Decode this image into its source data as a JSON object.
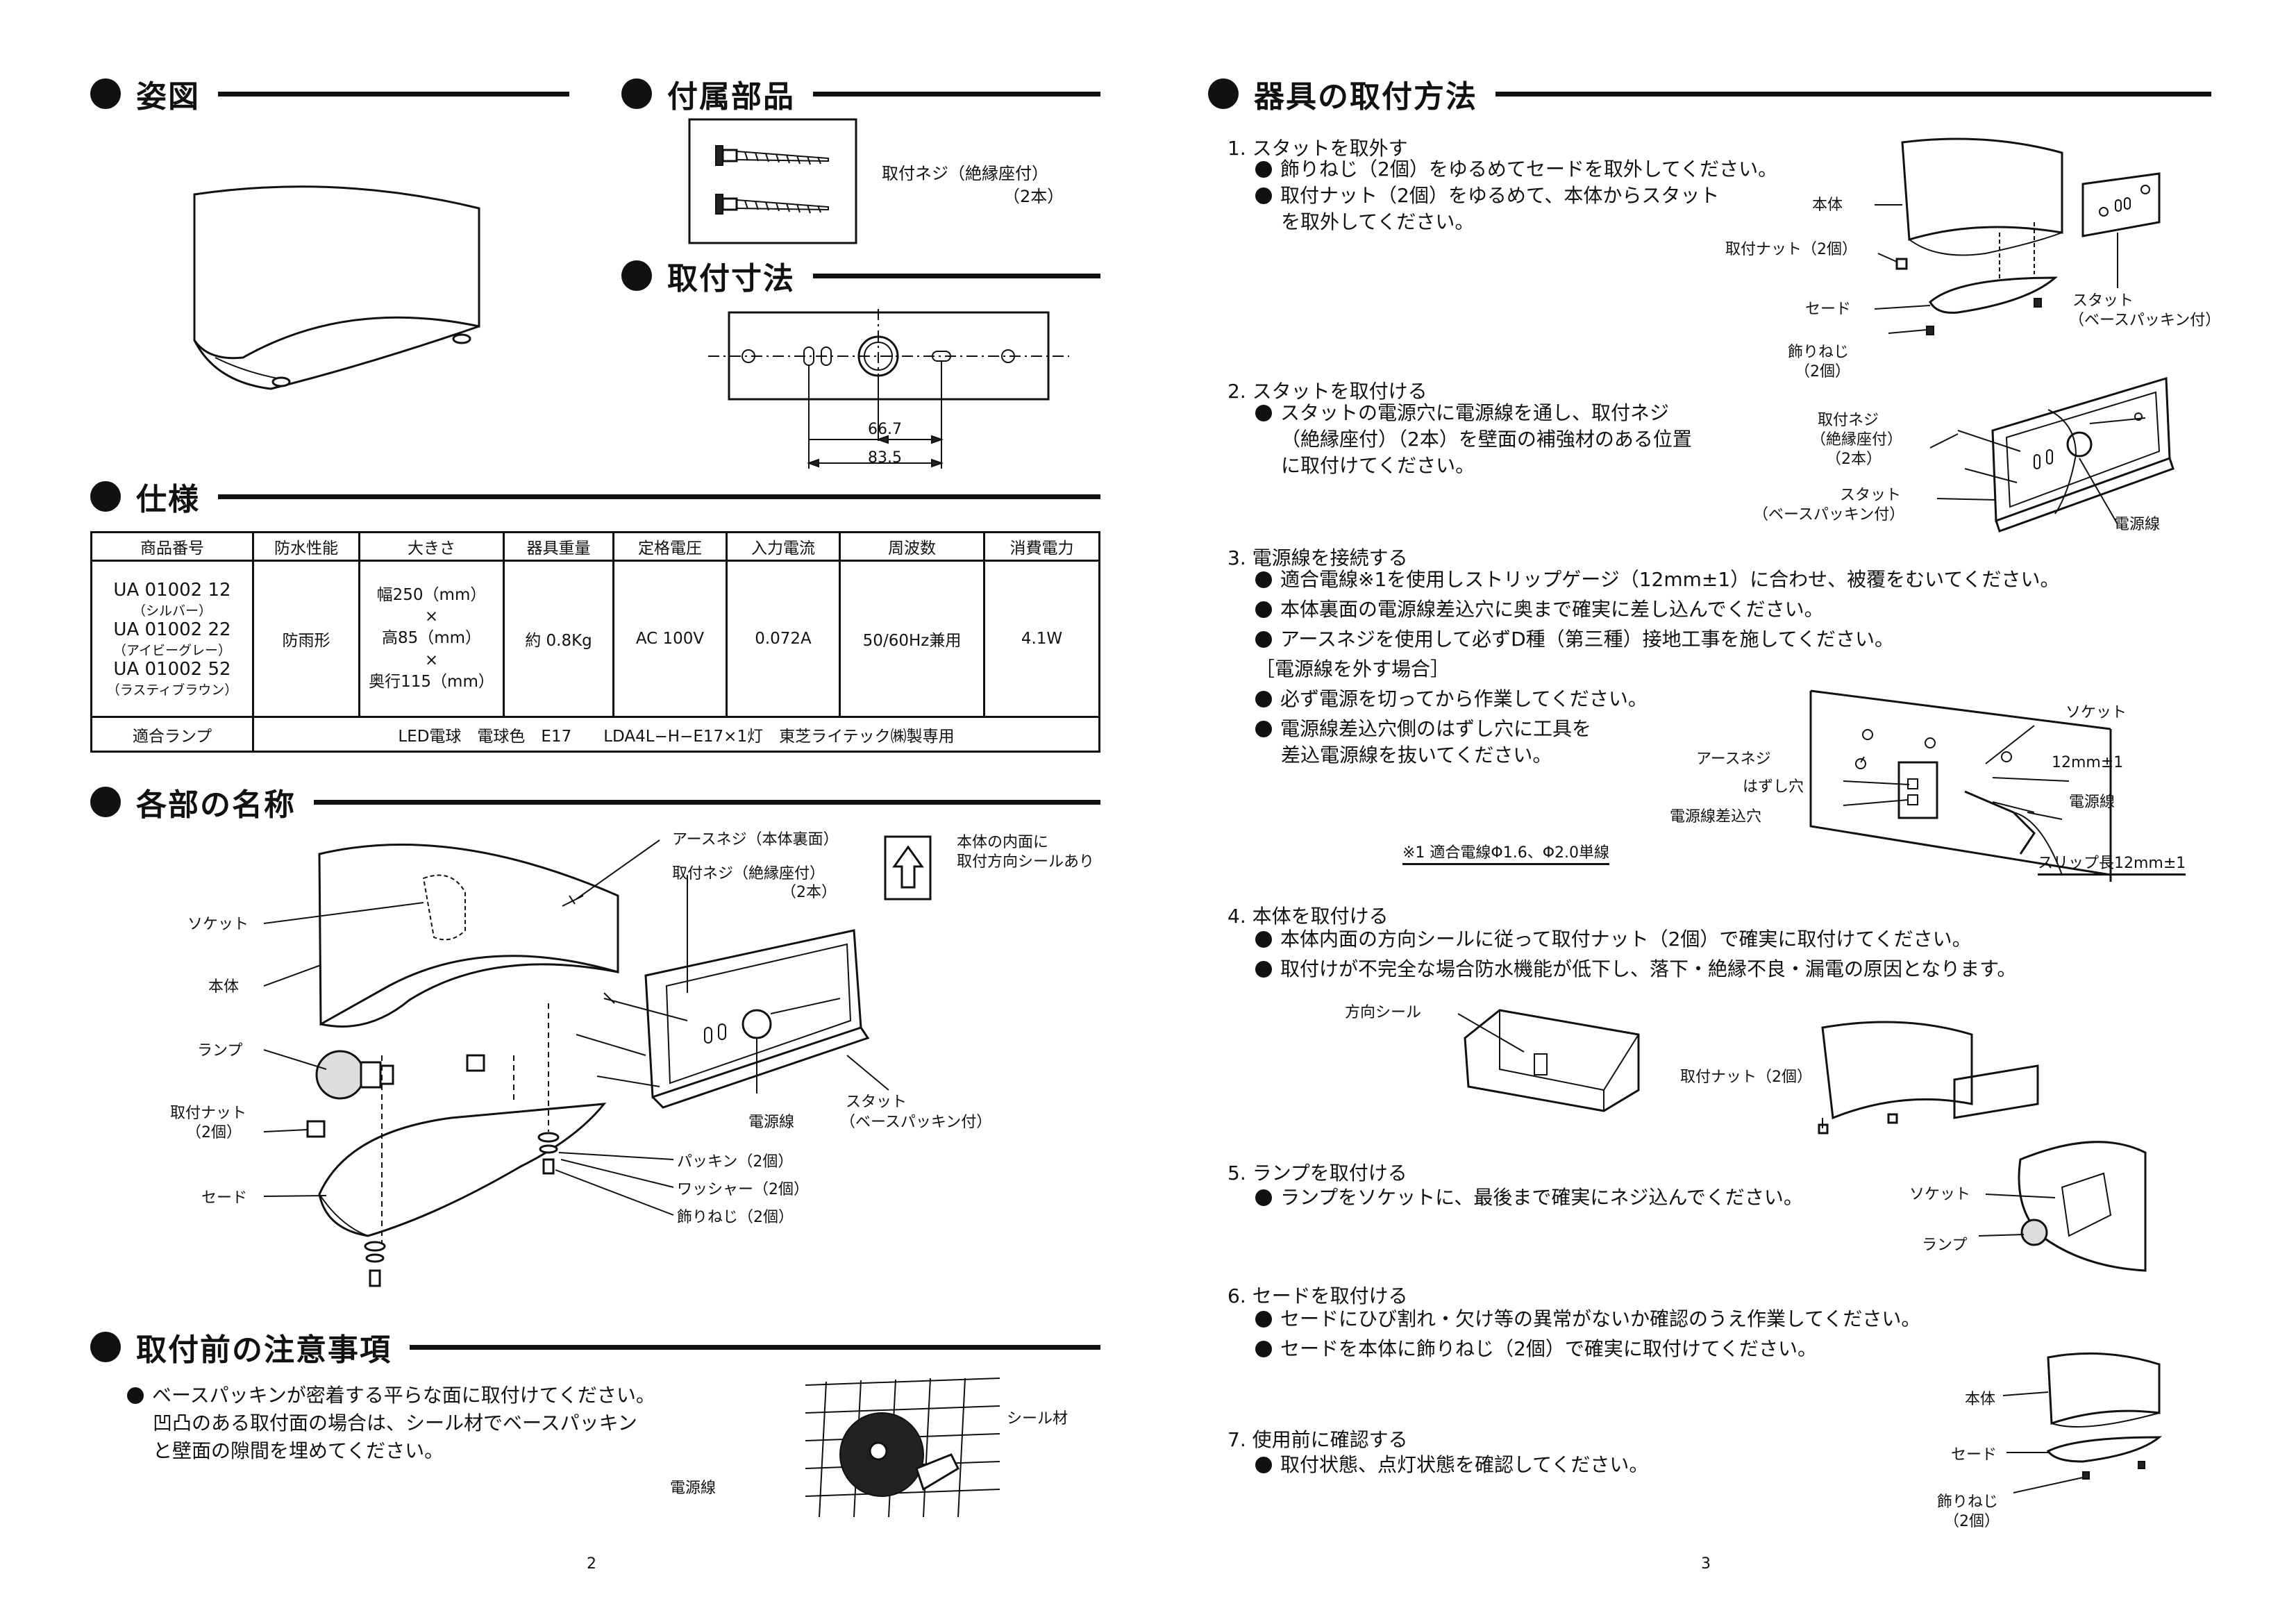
{
  "left_page": {
    "sections": {
      "appearance": "姿図",
      "accessories": "付属部品",
      "mount_dims": "取付寸法",
      "spec": "仕様",
      "parts": "各部の名称",
      "precautions": "取付前の注意事項"
    },
    "accessory_label_1": "取付ネジ（絶縁座付）",
    "accessory_label_2": "（2本）",
    "dim_1": "66.7",
    "dim_2": "83.5",
    "spec_table": {
      "headers": [
        "商品番号",
        "防水性能",
        "大きさ",
        "器具重量",
        "定格電圧",
        "入力電流",
        "周波数",
        "消費電力"
      ],
      "models": [
        {
          "code": "UA 01002 12",
          "color": "（シルバー）"
        },
        {
          "code": "UA 01002 22",
          "color": "（アイビーグレー）"
        },
        {
          "code": "UA 01002 52",
          "color": "（ラスティブラウン）"
        }
      ],
      "waterproof": "防雨形",
      "size_lines": [
        "幅250（mm）",
        "×",
        "高85（mm）",
        "×",
        "奥行115（mm）"
      ],
      "weight": "約 0.8Kg",
      "voltage": "AC 100V",
      "current": "0.072A",
      "frequency": "50/60Hz兼用",
      "power": "4.1W",
      "lamp_label": "適合ランプ",
      "lamp_value": "LED電球　電球色　E17　　LDA4L−H−E17×1灯　東芝ライテック㈱製専用"
    },
    "parts_labels": {
      "earth_screw": "アースネジ（本体裏面）",
      "mount_screw_1": "取付ネジ（絶縁座付）",
      "mount_screw_2": "（2本）",
      "note_1": "本体の内面に",
      "note_2": "取付方向シールあり",
      "socket": "ソケット",
      "body": "本体",
      "lamp": "ランプ",
      "nut_1": "取付ナット",
      "nut_2": "（2個）",
      "shade": "セード",
      "power_wire": "電源線",
      "stud_1": "スタット",
      "stud_2": "（ベースパッキン付）",
      "packing": "パッキン（2個）",
      "washer": "ワッシャー（2個）",
      "deco_screw": "飾りねじ（2個）"
    },
    "precaution_lines": [
      "ベースパッキンが密着する平らな面に取付けてください。",
      "凹凸のある取付面の場合は、シール材でベースパッキン",
      "と壁面の隙間を埋めてください。"
    ],
    "precaution_labels": {
      "seal": "シール材",
      "wire": "電源線"
    },
    "page_number": "2"
  },
  "right_page": {
    "section_title": "器具の取付方法",
    "steps": [
      {
        "title": "1. スタットを取外す",
        "bullets": [
          "飾りねじ（2個）をゆるめてセードを取外してください。",
          "取付ナット（2個）をゆるめて、本体からスタット"
        ],
        "cont": "を取外してください。",
        "labels": {
          "body": "本体",
          "nut": "取付ナット（2個）",
          "shade": "セード",
          "deco1": "飾りねじ",
          "deco2": "（2個）",
          "stud1": "スタット",
          "stud2": "（ベースパッキン付）"
        }
      },
      {
        "title": "2. スタットを取付ける",
        "bullets": [
          "スタットの電源穴に電源線を通し、取付ネジ"
        ],
        "cont": [
          "（絶縁座付）（2本）を壁面の補強材のある位置",
          "に取付けてください。"
        ],
        "labels": {
          "screw1": "取付ネジ",
          "screw2": "（絶縁座付）",
          "screw3": "（2本）",
          "stud1": "スタット",
          "stud2": "（ベースパッキン付）",
          "wire": "電源線"
        }
      },
      {
        "title": "3. 電源線を接続する",
        "bullets": [
          "適合電線※1を使用しストリップゲージ（12mm±1）に合わせ、被覆をむいてください。",
          "本体裏面の電源線差込穴に奥まで確実に差し込んでください。",
          "アースネジを使用して必ずD種（第三種）接地工事を施してください。"
        ],
        "remove_head": "［電源線を外す場合］",
        "remove_bullets": [
          "必ず電源を切ってから作業してください。",
          "電源線差込穴側のはずし穴に工具を"
        ],
        "remove_cont": "差込電源線を抜いてください。",
        "labels": {
          "socket": "ソケット",
          "earth": "アースネジ",
          "release": "はずし穴",
          "insert": "電源線差込穴",
          "strip": "12mm±1",
          "wire": "電源線",
          "strip_len": "スリップ長12mm±1",
          "note": "※1 適合電線Φ1.6、Φ2.0単線"
        }
      },
      {
        "title": "4. 本体を取付ける",
        "bullets": [
          "本体内面の方向シールに従って取付ナット（2個）で確実に取付けてください。",
          "取付けが不完全な場合防水機能が低下し、落下・絶縁不良・漏電の原因となります。"
        ],
        "labels": {
          "seal": "方向シール",
          "nut": "取付ナット（2個）"
        }
      },
      {
        "title": "5. ランプを取付ける",
        "bullets": [
          "ランプをソケットに、最後まで確実にネジ込んでください。"
        ],
        "labels": {
          "socket": "ソケット",
          "lamp": "ランプ"
        }
      },
      {
        "title": "6. セードを取付ける",
        "bullets": [
          "セードにひび割れ・欠け等の異常がないか確認のうえ作業してください。",
          "セードを本体に飾りねじ（2個）で確実に取付けてください。"
        ],
        "labels": {
          "body": "本体",
          "shade": "セード",
          "deco1": "飾りねじ",
          "deco2": "（2個）"
        }
      },
      {
        "title": "7. 使用前に確認する",
        "bullets": [
          "取付状態、点灯状態を確認してください。"
        ]
      }
    ],
    "page_number": "3"
  }
}
